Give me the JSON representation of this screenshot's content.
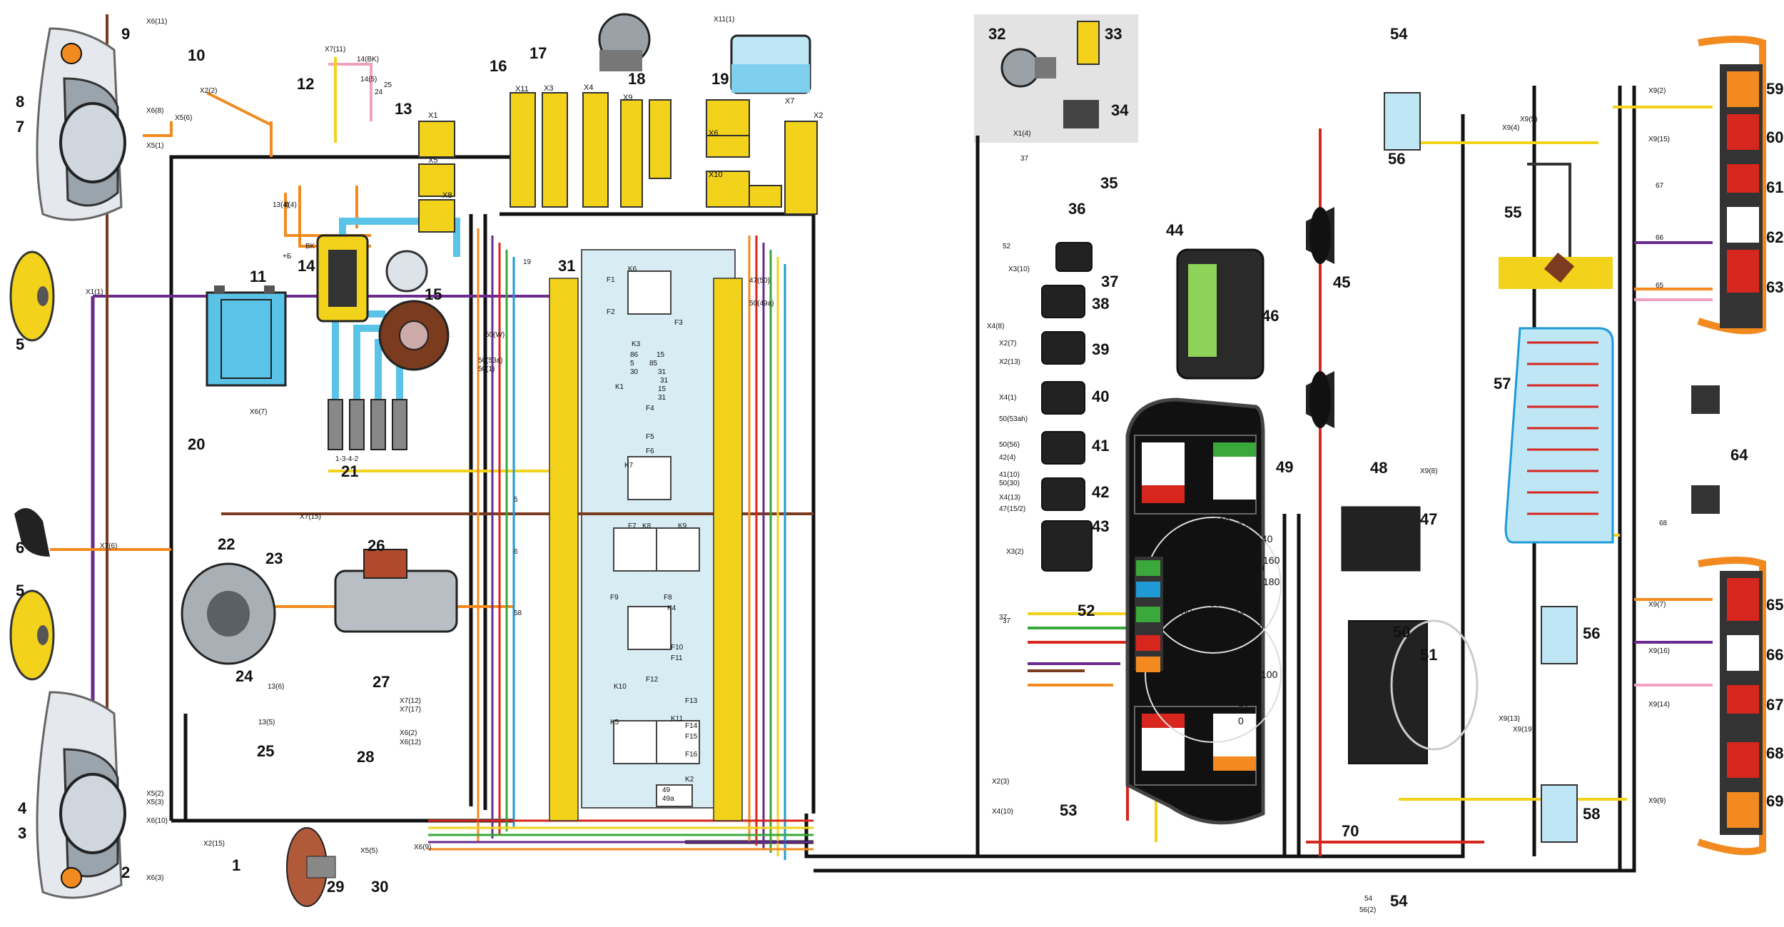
{
  "numbers": {
    "n1": "1",
    "n2": "2",
    "n3": "3",
    "n4": "4",
    "n5a": "5",
    "n5b": "5",
    "n6": "6",
    "n7": "7",
    "n8": "8",
    "n9": "9",
    "n10": "10",
    "n11": "11",
    "n12": "12",
    "n13": "13",
    "n14": "14",
    "n15": "15",
    "n16": "16",
    "n17": "17",
    "n18": "18",
    "n19": "19",
    "n20": "20",
    "n21": "21",
    "n22": "22",
    "n23": "23",
    "n24": "24",
    "n25": "25",
    "n26": "26",
    "n27": "27",
    "n28": "28",
    "n29": "29",
    "n30": "30",
    "n31": "31",
    "n32": "32",
    "n33": "33",
    "n34": "34",
    "n35": "35",
    "n36": "36",
    "n37": "37",
    "n38": "38",
    "n39": "39",
    "n40": "40",
    "n41": "41",
    "n42": "42",
    "n43": "43",
    "n44": "44",
    "n45": "45",
    "n46": "46",
    "n47": "47",
    "n48": "48",
    "n49": "49",
    "n50": "50",
    "n51": "51",
    "n52": "52",
    "n53": "53",
    "n54a": "54",
    "n54b": "54",
    "n55": "55",
    "n56a": "56",
    "n56b": "56",
    "n57": "57",
    "n58": "58",
    "n59": "59",
    "n60": "60",
    "n61": "61",
    "n62": "62",
    "n63": "63",
    "n64": "64",
    "n65": "65",
    "n66": "66",
    "n67": "67",
    "n68": "68",
    "n69": "69",
    "n70": "70"
  },
  "wire_labels": {
    "x6_11": "X6(11)",
    "x6_8": "X6(8)",
    "x5_6": "X5(6)",
    "x5_1": "X5(1)",
    "x2_2": "X2(2)",
    "x7_11": "X7(11)",
    "w14_bk": "14(BK)",
    "w14_5": "14(5)",
    "w24": "24",
    "w25": "25",
    "x1_1": "X1(1)",
    "x6_7": "X6(7)",
    "x7_15": "X7(15)",
    "x7_6": "X7(6)",
    "x5_2": "X5(2)",
    "x5_3": "X5(3)",
    "x6_10": "X6(10)",
    "x2_15": "X2(15)",
    "x6_3": "X6(3)",
    "x7_12": "X7(12)",
    "x7_17": "X7(17)",
    "x6_2": "X6(2)",
    "x6_12": "X6(12)",
    "w13_6": "13(6)",
    "w13_5": "13(5)",
    "x5_5": "X5(5)",
    "x6_9": "X6(9)",
    "x11_1": "X11(1)",
    "x1_4": "X1(4)",
    "w37a": "37",
    "w37b": "37",
    "w52": "52",
    "x3_10": "X3(10)",
    "x4_8": "X4(8)",
    "x2_7": "X2(7)",
    "x2_13": "X2(13)",
    "x4_1": "X4(1)",
    "w50_53ah": "50(53ah)",
    "w50_56": "50(56)",
    "w42_4": "42(4)",
    "w41_10": "41(10)",
    "w50_30": "50(30)",
    "x4_13": "X4(13)",
    "w47_15_2": "47(15/2)",
    "x3_2": "X3(2)",
    "x2_3": "X2(3)",
    "x4_10": "X4(10)",
    "x9_2": "X9(2)",
    "x9_15": "X9(15)",
    "x9_5": "X9(5)",
    "x9_4": "X9(4)",
    "x9_8": "X9(8)",
    "w67": "67",
    "w66": "66",
    "w65": "65",
    "w68": "68",
    "x9_7": "X9(7)",
    "x9_16": "X9(16)",
    "x9_14": "X9(14)",
    "x9_13": "X9(13)",
    "x9_19": "X9(19)",
    "x9_9": "X9(9)",
    "w54": "54",
    "w56_2": "56(2)",
    "w1_3_4_2": "1-3-4-2",
    "vk": "ВК",
    "vk_b": "+Б",
    "w13_4": "13(4)",
    "w8_4": "8(4)",
    "w47_50": "47(50)",
    "w50_49a": "50(49a)",
    "w50_53a": "50(53a)",
    "w50_1": "50(1)",
    "w50_w": "50(W)",
    "w19": "19",
    "w5": "5",
    "w6": "6",
    "w37c": "37",
    "w58": "58"
  },
  "connectors": [
    "X1",
    "X2",
    "X3",
    "X4",
    "X5",
    "X6",
    "X7",
    "X8",
    "X9",
    "X10",
    "X11"
  ],
  "fuse_box": {
    "fuses": [
      "F1",
      "F2",
      "F3",
      "F4",
      "F5",
      "F6",
      "F7",
      "F8",
      "F9",
      "F10",
      "F11",
      "F12",
      "F13",
      "F14",
      "F15",
      "F16"
    ],
    "relays": [
      "K1",
      "K2",
      "K3",
      "K4",
      "K5",
      "K6",
      "K7",
      "K8",
      "K9",
      "K10",
      "K11"
    ],
    "k3_pins": [
      "86",
      "5",
      "30",
      "85",
      "15",
      "31",
      "31"
    ],
    "k1_pins": [
      "15",
      "31"
    ],
    "k2_pins": [
      "49",
      "49a"
    ]
  },
  "gauges": {
    "speedo_ticks": [
      "0",
      "20",
      "40",
      "60",
      "80",
      "100",
      "120",
      "140",
      "160",
      "180"
    ],
    "speedo_unit": "км/ч",
    "tacho_ticks": [
      "0",
      "10",
      "20",
      "30",
      "40",
      "50",
      "60",
      "70",
      "80"
    ],
    "tacho_unit": "x100"
  },
  "colors": {
    "yellow": "#f2d21b",
    "orange": "#f28a1f",
    "red": "#d7261e",
    "blue": "#1f9ad6",
    "lightblue": "#59c3e8",
    "green": "#3aa83a",
    "brown": "#7a3b1e",
    "violet": "#6a2a8f",
    "pink": "#f0a0c0",
    "black": "#111111",
    "grey": "#b5b5b5",
    "white": "#ffffff"
  }
}
